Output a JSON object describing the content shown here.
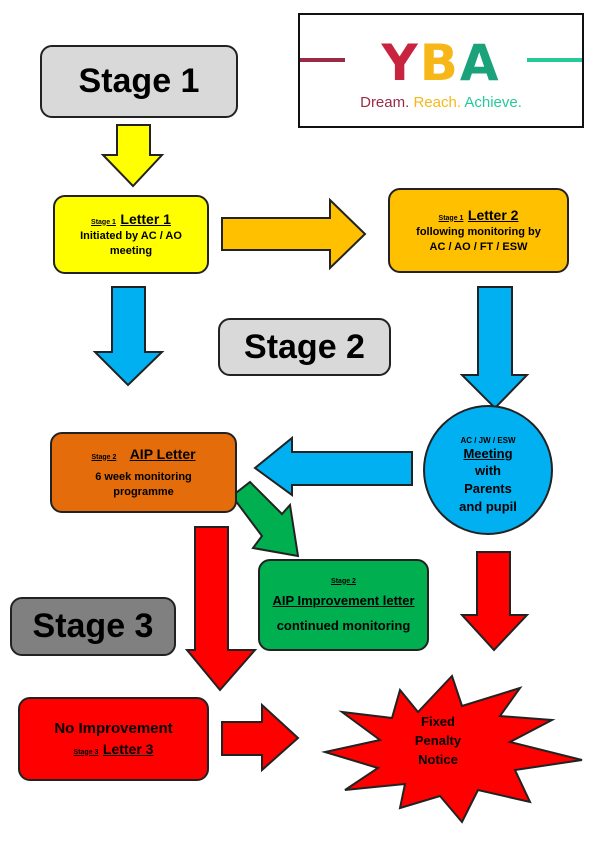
{
  "logo": {
    "letters": [
      "Y",
      "B",
      "A"
    ],
    "tagline": [
      "Dream.",
      "Reach.",
      "Achieve."
    ],
    "colors": {
      "y": "#c8233f",
      "b": "#f7b718",
      "a": "#1aa37a",
      "line_left": "#9a2b46",
      "line_right": "#27c99a"
    }
  },
  "stages": {
    "s1": "Stage 1",
    "s2": "Stage 2",
    "s3": "Stage 3"
  },
  "letter1": {
    "tag": "Stage 1",
    "title": "Letter 1",
    "lines": [
      "Initiated by AC / AO",
      "meeting"
    ]
  },
  "letter2": {
    "tag": "Stage 1",
    "title": "Letter 2",
    "lines": [
      "following monitoring by",
      "AC / AO / FT / ESW"
    ]
  },
  "aip": {
    "tag": "Stage 2",
    "title": "AIP Letter",
    "lines": [
      "6 week monitoring",
      "programme"
    ]
  },
  "meeting": {
    "tag": "AC / JW / ESW",
    "title": "Meeting",
    "lines": [
      "with",
      "Parents",
      "and pupil"
    ]
  },
  "improvement": {
    "tag": "Stage 2",
    "title": "AIP Improvement letter",
    "lines": [
      "continued monitoring"
    ]
  },
  "letter3": {
    "title_top": "No Improvement",
    "tag": "Stage 3",
    "title": "Letter 3"
  },
  "penalty": {
    "lines": [
      "Fixed",
      "Penalty",
      "Notice"
    ]
  }
}
